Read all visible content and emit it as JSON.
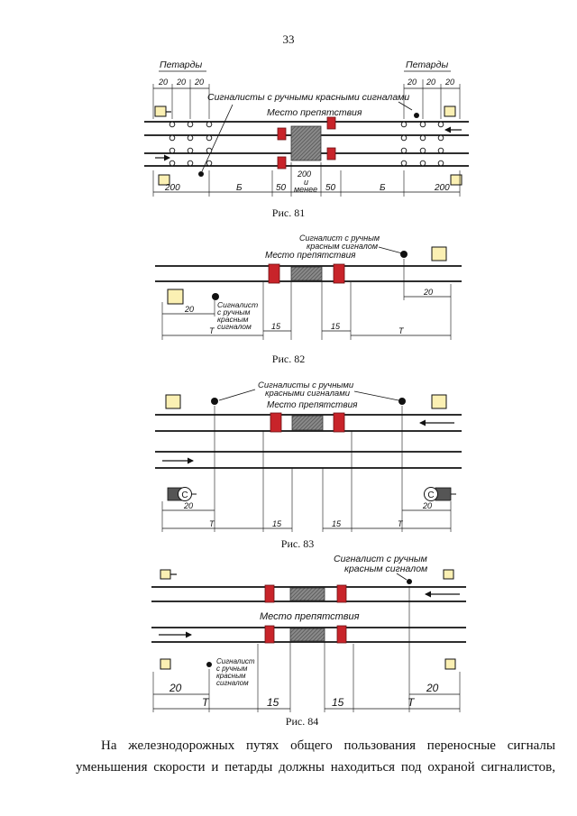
{
  "page_number": "33",
  "colors": {
    "signal_red": "#c8242a",
    "signal_yellow": "#fbf0b3",
    "obstacle_gray": "#6f6f6f",
    "ink": "#111111"
  },
  "fig81": {
    "caption": "Рис. 81",
    "label_petardy_left": "Петарды",
    "label_petardy_right": "Петарды",
    "label_signalmen": "Сигналисты с ручными красными сигналами",
    "label_obstacle": "Место препятствия",
    "dim_20": "20",
    "dim_200": "200",
    "dim_b": "Б",
    "dim_50": "50",
    "dim_200_l1": "200",
    "dim_200_l2": "и",
    "dim_200_l3": "менее"
  },
  "fig82": {
    "caption": "Рис. 82",
    "label_signalman_top_l1": "Сигналист с ручным",
    "label_signalman_top_l2": "красным сигналом",
    "label_obstacle": "Место препятствия",
    "label_signalman_left_l1": "Сигналист",
    "label_signalman_left_l2": "с ручным",
    "label_signalman_left_l3": "красным",
    "label_signalman_left_l4": "сигналом",
    "dim_20": "20",
    "dim_15": "15",
    "dim_t": "Т"
  },
  "fig83": {
    "caption": "Рис. 83",
    "label_signalmen_l1": "Сигналисты с ручными",
    "label_signalmen_l2": "красными сигналами",
    "label_obstacle": "Место препятствия",
    "speed_letter": "С",
    "dim_20": "20",
    "dim_15": "15",
    "dim_t": "Т"
  },
  "fig84": {
    "caption": "Рис. 84",
    "label_signalman_top_l1": "Сигналист с ручным",
    "label_signalman_top_l2": "красным сигналом",
    "label_obstacle": "Место препятствия",
    "label_signalman_left_l1": "Сигналист",
    "label_signalman_left_l2": "с ручным",
    "label_signalman_left_l3": "красным",
    "label_signalman_left_l4": "сигналом",
    "dim_20": "20",
    "dim_15": "15",
    "dim_t": "Т"
  },
  "body": {
    "line1": "На железнодорожных путях общего пользования переносные сигналы",
    "line2": "уменьшения скорости и петарды должны находиться под охраной сигналистов,"
  }
}
